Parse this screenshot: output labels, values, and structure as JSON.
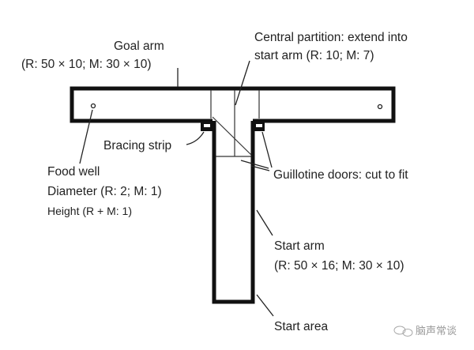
{
  "labels": {
    "goal_arm": "Goal arm",
    "goal_arm_dims": "(R: 50 × 10; M: 30 × 10)",
    "central_partition_1": "Central partition: extend into",
    "central_partition_2": "start arm (R: 10; M: 7)",
    "bracing_strip": "Bracing strip",
    "food_well": "Food well",
    "food_well_diameter": "Diameter (R: 2; M: 1)",
    "food_well_height": "Height (R + M: 1)",
    "guillotine_doors": "Guillotine doors: cut to fit",
    "start_arm": "Start arm",
    "start_arm_dims": "(R: 50 × 16; M: 30 × 10)",
    "start_area": "Start area"
  },
  "watermark": "脑声常谈"
}
